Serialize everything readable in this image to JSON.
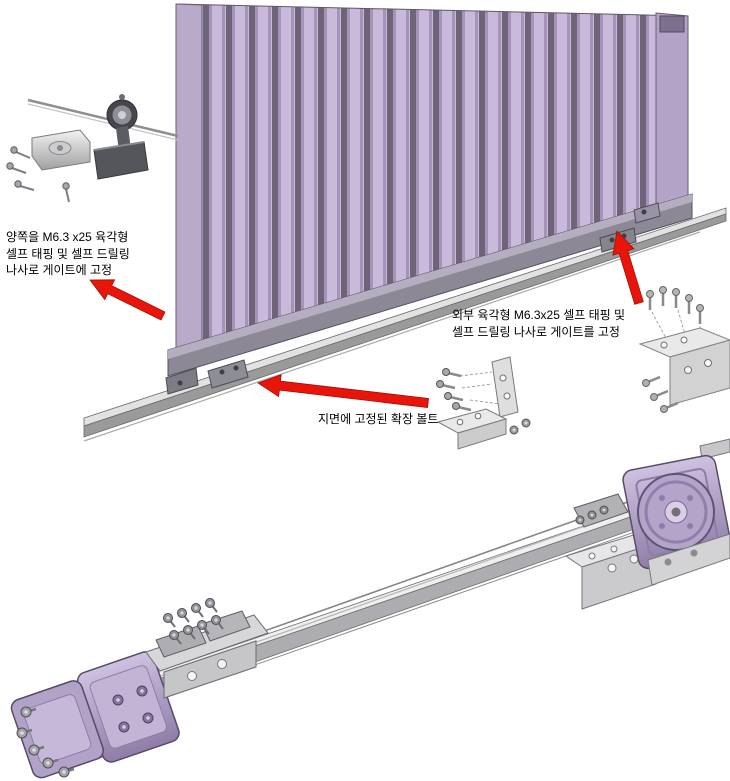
{
  "annotations": {
    "left": {
      "lines": [
        "양쪽을 M6.3 x25 육각형",
        "셀프 태핑 및 셀프 드릴링",
        "나사로 게이트에 고정"
      ]
    },
    "right": {
      "lines": [
        "외부 육각형 M6.3x25 셀프 태핑 및",
        "셀프 드릴링 나사로 게이트를 고정"
      ]
    },
    "ground": {
      "lines": [
        "지면에 고정된 확장 볼트"
      ]
    }
  },
  "colors": {
    "arrow_red": "#e8150b",
    "gate_slat_purple": "#c9badb",
    "housing_purple": "#b5a4c9",
    "metal_gray": "#c9c9cc",
    "background": "#ffffff"
  }
}
